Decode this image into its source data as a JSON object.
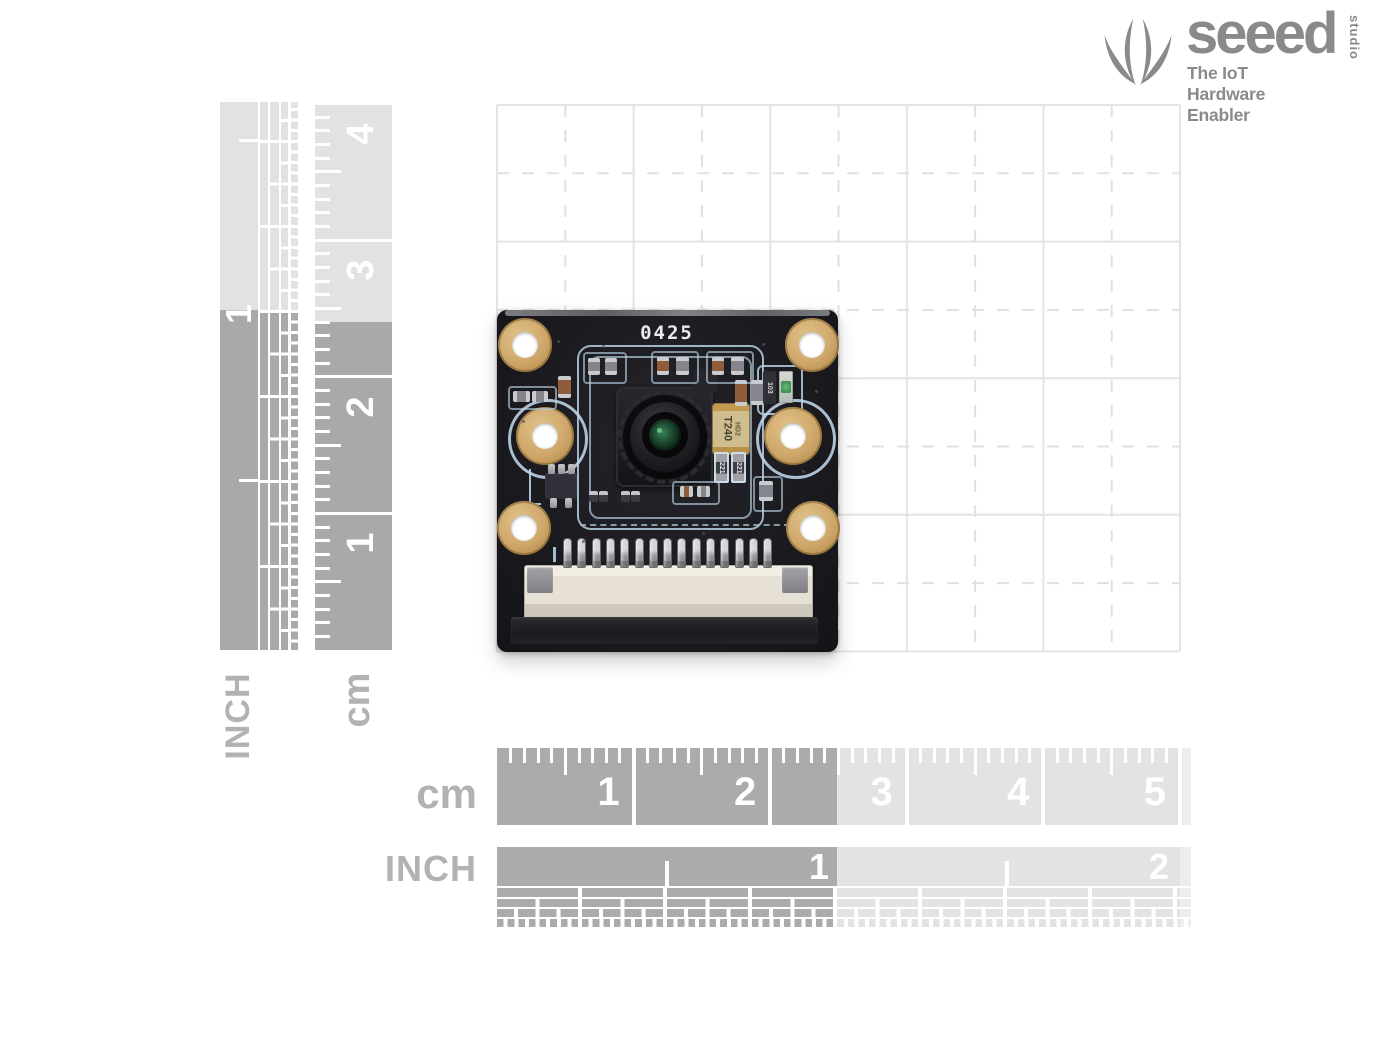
{
  "logo": {
    "brand": "seeed",
    "sub_brand": "studio",
    "tagline": "The IoT Hardware Enabler"
  },
  "rulers": {
    "left_inch": {
      "unit_label": "INCH",
      "numbers": [
        "1"
      ]
    },
    "left_cm": {
      "unit_label": "cm",
      "numbers": [
        "4",
        "3",
        "2",
        "1"
      ]
    },
    "bottom_cm": {
      "unit_label": "cm",
      "numbers": [
        "1",
        "2",
        "3",
        "4",
        "5"
      ]
    },
    "bottom_inch": {
      "unit_label": "INCH",
      "numbers": [
        "1",
        "2"
      ]
    }
  },
  "board": {
    "silkscreen_marking": "0425",
    "component_labels": {
      "crystal": "T240",
      "crystal_line2": "HD2",
      "resistor": "103",
      "capacitor": "221"
    }
  },
  "colors": {
    "ruler_dark": "#ababab",
    "ruler_light": "#e3e3e3",
    "ruler_tail": "#ededed",
    "label_gray": "#b2b2b2",
    "logo_gray": "#8a8a8a",
    "pcb_black": "#1b1b20",
    "pad_gold": "#cfa66a",
    "silkscreen_blue": "#bcd2e4",
    "grid_line": "#e4e4e4"
  }
}
